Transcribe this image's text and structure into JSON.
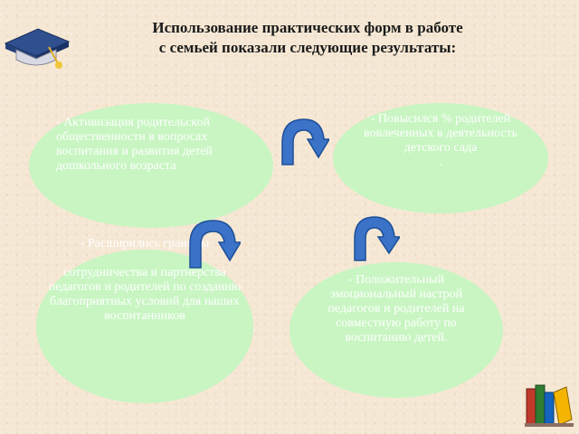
{
  "slide": {
    "title_line1": "Использование практических форм в работе",
    "title_line2": "с семьей показали следующие результаты:"
  },
  "bubbles": {
    "b1": "- Активизация родительской общественности в вопросах воспитания и развития детей дошкольного возраста",
    "b2": "- Повысился % родителей вовлеченных в деятельность детского сада",
    "b2_dot": ".",
    "b3_lead": "- Расширились границы",
    "b3_rest": "сотрудничества и партнерства педагогов и родителей по созданию благоприятных условий для наших воспитанников",
    "b4": "- Положительный эмоциональный настрой педагогов и родителей на совместную работу по воспитанию детей."
  },
  "icons": {
    "cap": "graduation-cap-icon",
    "books": "books-icon",
    "arrow": "curved-arrow-icon"
  },
  "colors": {
    "bubble": "#c8f5c2",
    "arrow_fill": "#3a73c7",
    "arrow_dark": "#1f4f98",
    "background": "#f5e7d3"
  }
}
